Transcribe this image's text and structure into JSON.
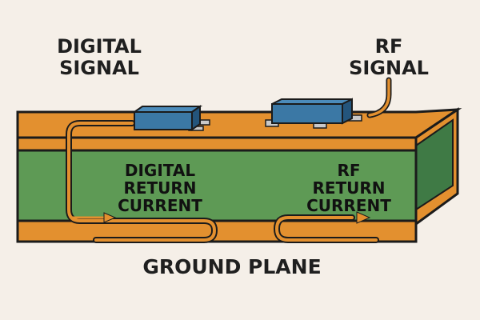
{
  "labels": {
    "digital_signal": [
      "DIGITAL",
      "SIGNAL"
    ],
    "rf_signal": [
      "RF",
      "SIGNAL"
    ],
    "digital_return": [
      "DIGITAL",
      "RETURN",
      "CURRENT"
    ],
    "rf_return": [
      "RF",
      "RETURN",
      "CURRENT"
    ],
    "ground_plane": "GROUND PLANE"
  },
  "colors": {
    "background": "#f5efe8",
    "copper": "#e3902f",
    "copper_dark": "#b96e22",
    "substrate": "#5e9a55",
    "substrate_dark": "#3f7a45",
    "chip": "#3b78a5",
    "chip_dark": "#24557c",
    "pin": "#c9c9c9",
    "outline": "#1b1b1b"
  }
}
